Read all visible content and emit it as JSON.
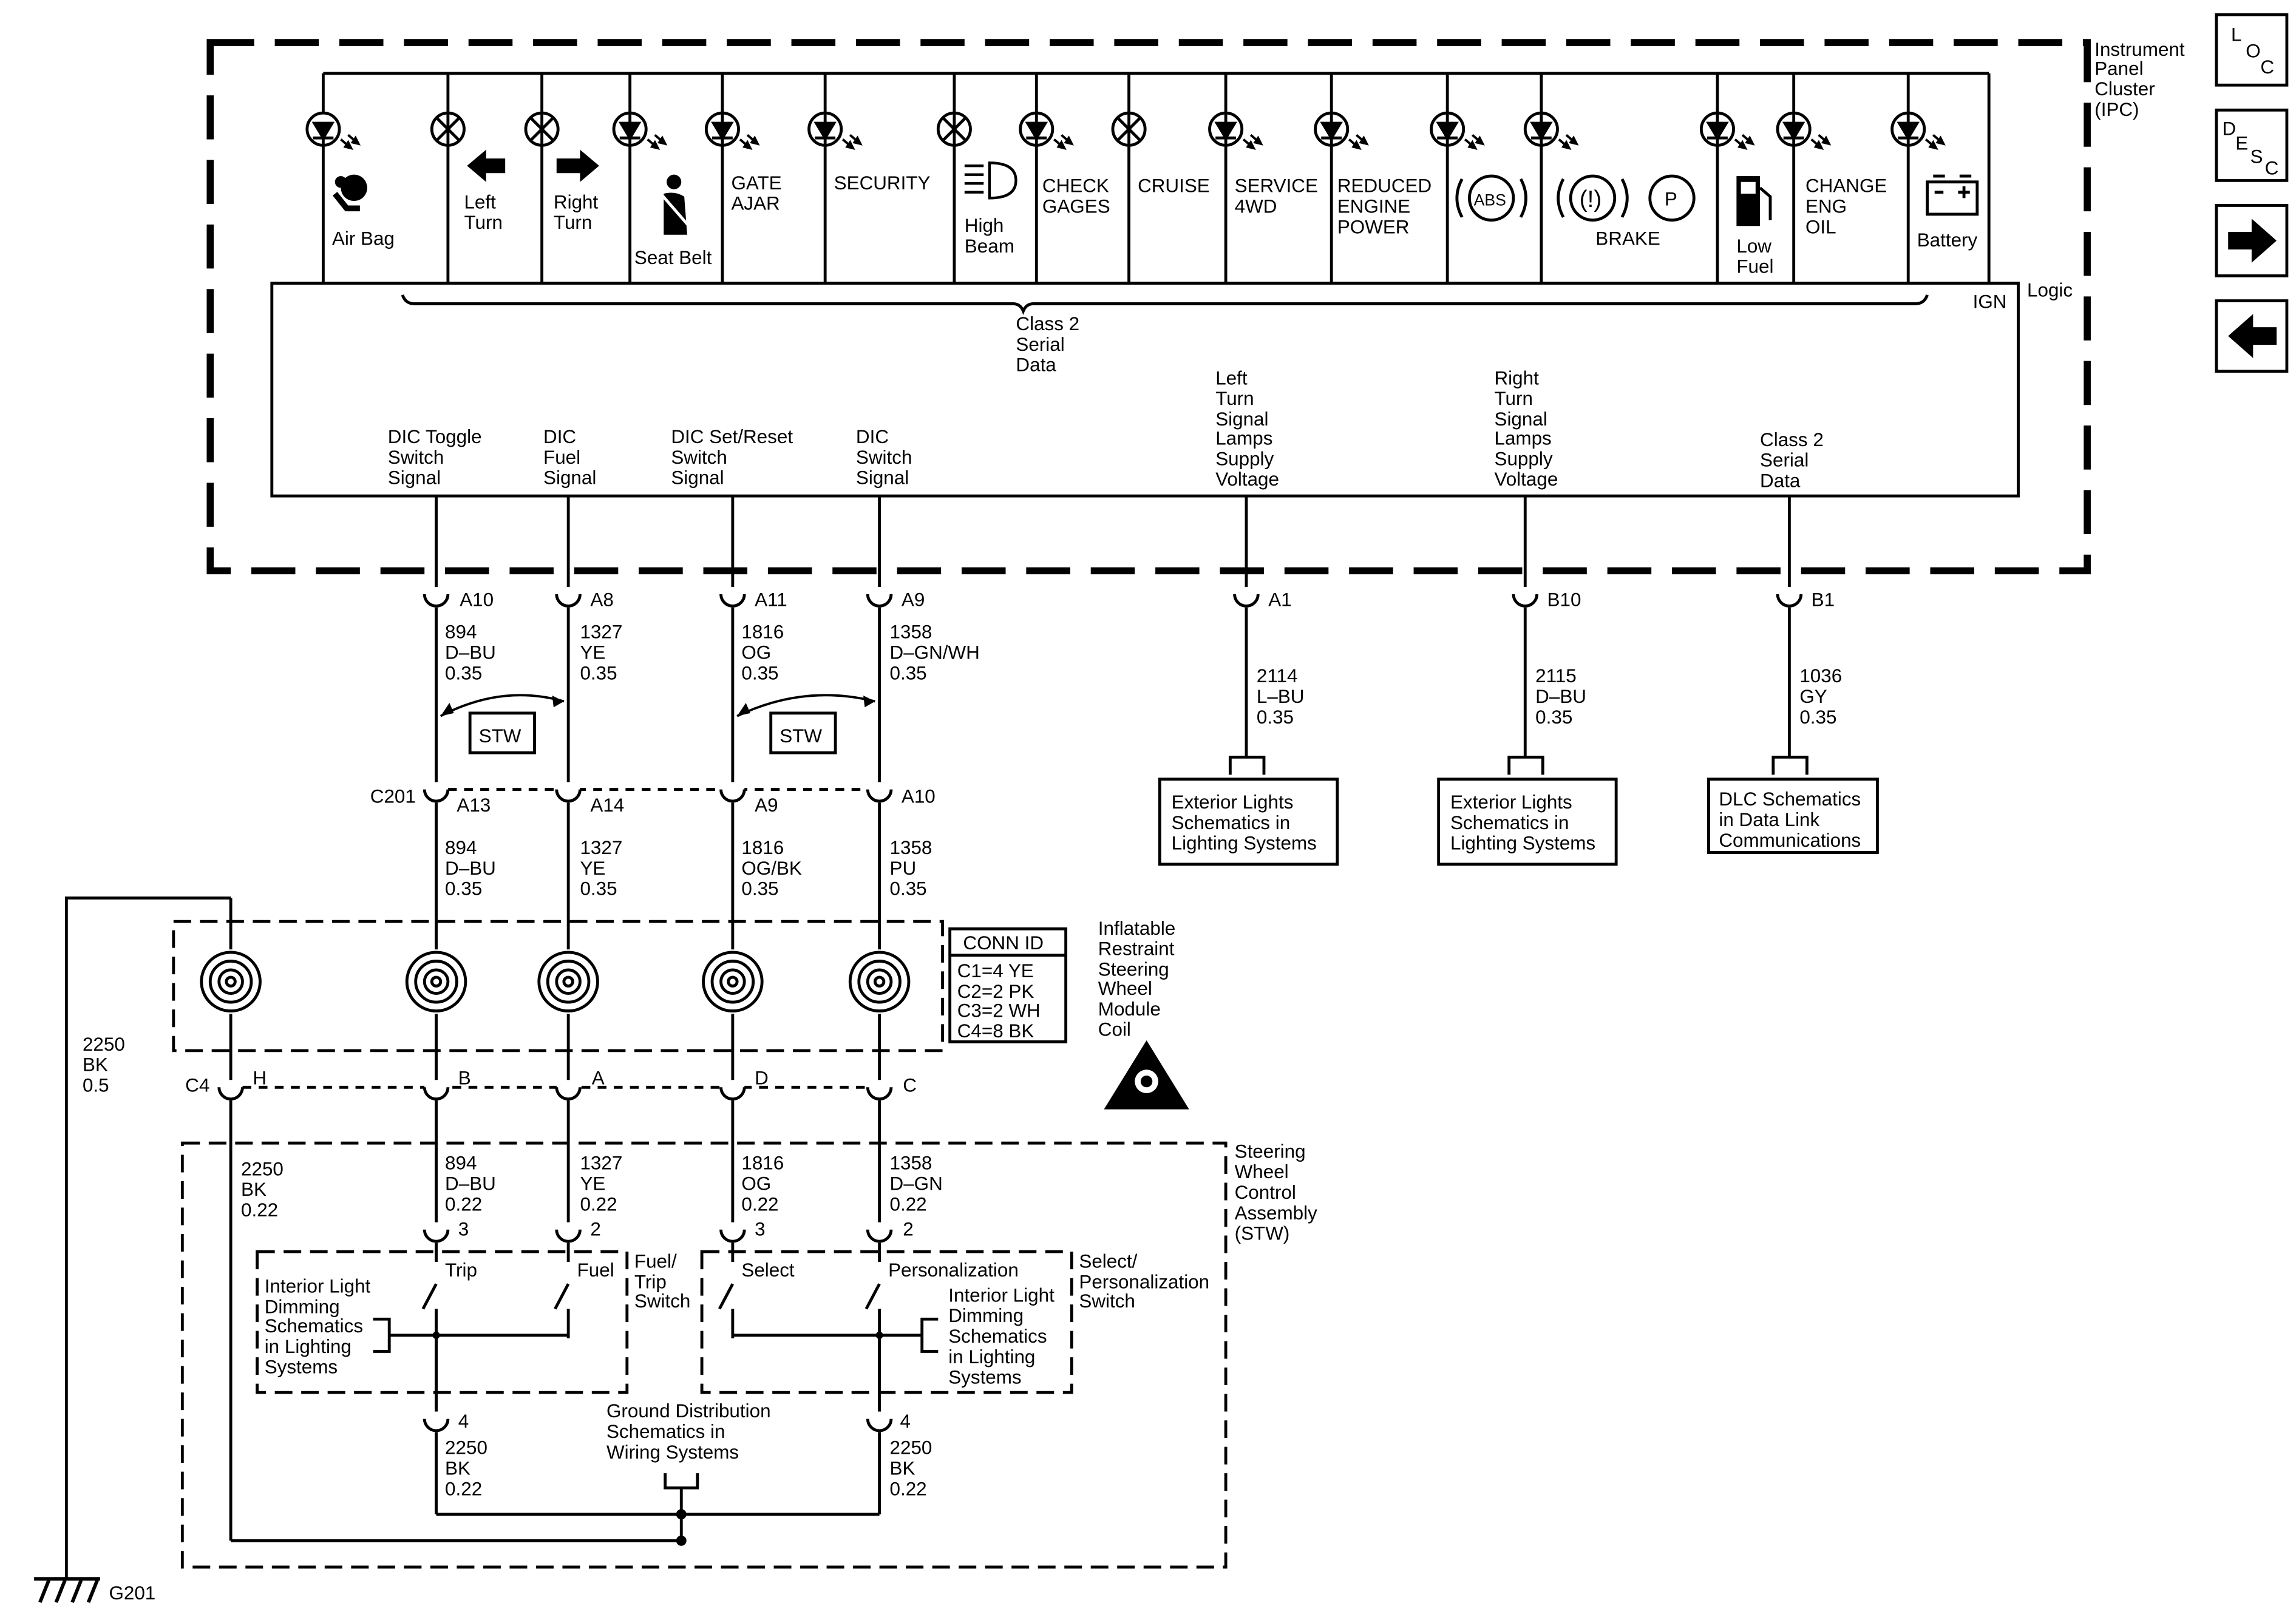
{
  "nav": {
    "loc": [
      "L",
      "O",
      "C"
    ],
    "desc": [
      "D",
      "E",
      "S",
      "C"
    ]
  },
  "ipc": {
    "label": [
      "Instrument",
      "Panel",
      "Cluster",
      "(IPC)"
    ],
    "logic": "Logic",
    "ign": "IGN",
    "class2": [
      "Class 2",
      "Serial",
      "Data"
    ],
    "indicators": {
      "airbag": [
        "Air Bag"
      ],
      "left_turn": [
        "Left",
        "Turn"
      ],
      "right_turn": [
        "Right",
        "Turn"
      ],
      "seatbelt": [
        "Seat Belt"
      ],
      "gate": [
        "GATE",
        "AJAR"
      ],
      "security": [
        "SECURITY"
      ],
      "high_beam": [
        "High",
        "Beam"
      ],
      "check_gages": [
        "CHECK",
        "GAGES"
      ],
      "cruise": [
        "CRUISE"
      ],
      "service_4wd": [
        "SERVICE",
        "4WD"
      ],
      "reduced_power": [
        "REDUCED",
        "ENGINE",
        "POWER"
      ],
      "abs": [
        "ABS"
      ],
      "brake": [
        "BRAKE"
      ],
      "brake_glyphs": [
        "(!)",
        "P"
      ],
      "low_fuel": [
        "Low",
        "Fuel"
      ],
      "change_oil": [
        "CHANGE",
        "ENG",
        "OIL"
      ],
      "battery": [
        "Battery"
      ]
    },
    "signals": {
      "dic_toggle": [
        "DIC Toggle",
        "Switch",
        "Signal"
      ],
      "dic_fuel": [
        "DIC",
        "Fuel",
        "Signal"
      ],
      "dic_set": [
        "DIC Set/Reset",
        "Switch",
        "Signal"
      ],
      "dic_switch": [
        "DIC",
        "Switch",
        "Signal"
      ],
      "left_turn_lamps": [
        "Left",
        "Turn",
        "Signal",
        "Lamps",
        "Supply",
        "Voltage"
      ],
      "right_turn_lamps": [
        "Right",
        "Turn",
        "Signal",
        "Lamps",
        "Supply",
        "Voltage"
      ],
      "class2_data": [
        "Class 2",
        "Serial",
        "Data"
      ]
    }
  },
  "pins_top": [
    "A10",
    "A8",
    "A11",
    "A9",
    "A1",
    "B10",
    "B1"
  ],
  "wires_top": {
    "w894": [
      "894",
      "D–BU",
      "0.35"
    ],
    "w1327": [
      "1327",
      "YE",
      "0.35"
    ],
    "w1816": [
      "1816",
      "OG",
      "0.35"
    ],
    "w1358": [
      "1358",
      "D–GN/WH",
      "0.35"
    ],
    "w2114": [
      "2114",
      "L–BU",
      "0.35"
    ],
    "w2115": [
      "2115",
      "D–BU",
      "0.35"
    ],
    "w1036": [
      "1036",
      "GY",
      "0.35"
    ]
  },
  "stw": "STW",
  "refs": {
    "ext1": [
      "Exterior Lights",
      "Schematics in",
      "Lighting Systems"
    ],
    "ext2": [
      "Exterior Lights",
      "Schematics in",
      "Lighting Systems"
    ],
    "dlc": [
      "DLC Schematics",
      "in Data Link",
      "Communications"
    ]
  },
  "c201": {
    "label": "C201",
    "pins": [
      "A13",
      "A14",
      "A9",
      "A10"
    ]
  },
  "wires_mid": {
    "w894": [
      "894",
      "D–BU",
      "0.35"
    ],
    "w1327": [
      "1327",
      "YE",
      "0.35"
    ],
    "w1816": [
      "1816",
      "OG/BK",
      "0.35"
    ],
    "w1358": [
      "1358",
      "PU",
      "0.35"
    ]
  },
  "ground_wire": [
    "2250",
    "BK",
    "0.5"
  ],
  "coil": {
    "label": [
      "Inflatable",
      "Restraint",
      "Steering",
      "Wheel",
      "Module",
      "Coil"
    ],
    "conn_id_title": "CONN ID",
    "conn_ids": [
      "C1=4 YE",
      "C2=2 PK",
      "C3=2 WH",
      "C4=8 BK"
    ]
  },
  "c4": {
    "label": "C4",
    "pins": [
      "H",
      "B",
      "A",
      "D",
      "C"
    ]
  },
  "stw_assembly": {
    "label": [
      "Steering",
      "Wheel",
      "Control",
      "Assembly",
      "(STW)"
    ]
  },
  "wires_low": {
    "w2250": [
      "2250",
      "BK",
      "0.22"
    ],
    "w894": [
      "894",
      "D–BU",
      "0.22"
    ],
    "w1327": [
      "1327",
      "YE",
      "0.22"
    ],
    "w1816": [
      "1816",
      "OG",
      "0.22"
    ],
    "w1358": [
      "1358",
      "D–GN",
      "0.22"
    ]
  },
  "switch_pins": [
    "3",
    "2",
    "3",
    "2",
    "4",
    "4"
  ],
  "fuel_trip": {
    "trip": "Trip",
    "fuel": "Fuel",
    "label": [
      "Fuel/",
      "Trip",
      "Switch"
    ],
    "dimming": [
      "Interior Light",
      "Dimming",
      "Schematics",
      "in Lighting",
      "Systems"
    ]
  },
  "select_pers": {
    "select": "Select",
    "personalization": "Personalization",
    "label": [
      "Select/",
      "Personalization",
      "Switch"
    ],
    "dimming": [
      "Interior Light",
      "Dimming",
      "Schematics",
      "in Lighting",
      "Systems"
    ]
  },
  "ground_dist": [
    "Ground Distribution",
    "Schematics in",
    "Wiring Systems"
  ],
  "wires_ground": {
    "left": [
      "2250",
      "BK",
      "0.22"
    ],
    "right": [
      "2250",
      "BK",
      "0.22"
    ]
  },
  "g201": "G201"
}
